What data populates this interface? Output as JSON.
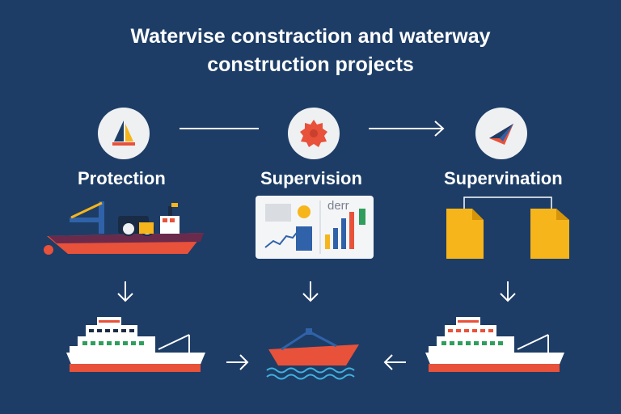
{
  "title_line1": "Watervise constraction and waterway",
  "title_line2": "construction projects",
  "stages": [
    {
      "label": "Protection",
      "icon": "sailboat-icon"
    },
    {
      "label": "Supervision",
      "icon": "gear-icon"
    },
    {
      "label": "Supervination",
      "icon": "paper-plane-icon"
    }
  ],
  "panel_text": "derr",
  "colors": {
    "background": "#1d3d66",
    "accent_red": "#e8513a",
    "accent_yellow": "#f6b51b",
    "accent_blue": "#2f62a8",
    "circle": "#eef0f2"
  }
}
